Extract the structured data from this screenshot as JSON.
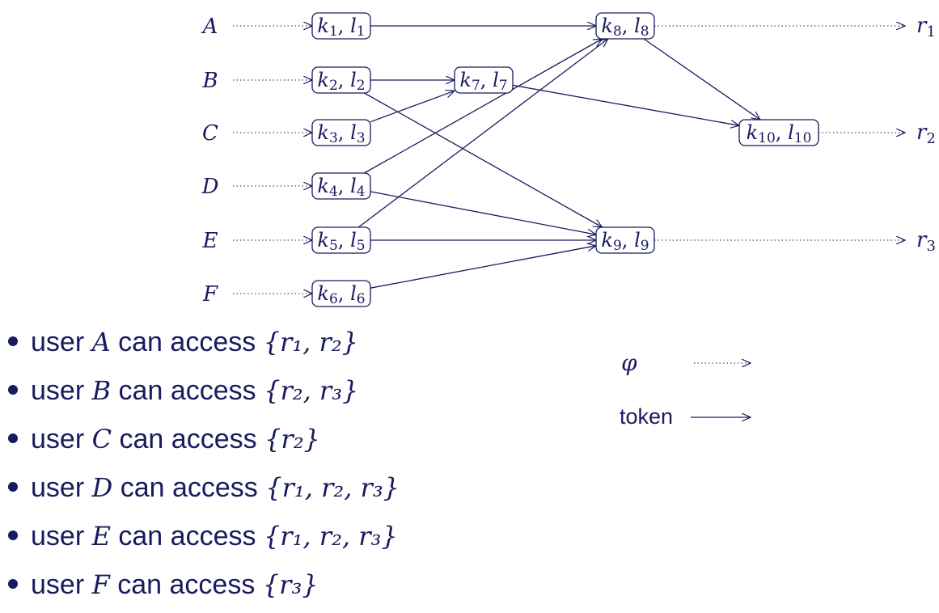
{
  "diagram": {
    "users": [
      {
        "id": "A",
        "label": "A"
      },
      {
        "id": "B",
        "label": "B"
      },
      {
        "id": "C",
        "label": "C"
      },
      {
        "id": "D",
        "label": "D"
      },
      {
        "id": "E",
        "label": "E"
      },
      {
        "id": "F",
        "label": "F"
      }
    ],
    "nodes": [
      {
        "id": "n1",
        "k": "k",
        "ksub": "1",
        "l": "l",
        "lsub": "1"
      },
      {
        "id": "n2",
        "k": "k",
        "ksub": "2",
        "l": "l",
        "lsub": "2"
      },
      {
        "id": "n3",
        "k": "k",
        "ksub": "3",
        "l": "l",
        "lsub": "3"
      },
      {
        "id": "n4",
        "k": "k",
        "ksub": "4",
        "l": "l",
        "lsub": "4"
      },
      {
        "id": "n5",
        "k": "k",
        "ksub": "5",
        "l": "l",
        "lsub": "5"
      },
      {
        "id": "n6",
        "k": "k",
        "ksub": "6",
        "l": "l",
        "lsub": "6"
      },
      {
        "id": "n7",
        "k": "k",
        "ksub": "7",
        "l": "l",
        "lsub": "7"
      },
      {
        "id": "n8",
        "k": "k",
        "ksub": "8",
        "l": "l",
        "lsub": "8"
      },
      {
        "id": "n9",
        "k": "k",
        "ksub": "9",
        "l": "l",
        "lsub": "9"
      },
      {
        "id": "n10",
        "k": "k",
        "ksub": "10",
        "l": "l",
        "lsub": "10"
      }
    ],
    "resources": [
      {
        "id": "r1",
        "base": "r",
        "sub": "1"
      },
      {
        "id": "r2",
        "base": "r",
        "sub": "2"
      },
      {
        "id": "r3",
        "base": "r",
        "sub": "3"
      }
    ],
    "edges_dotted": [
      [
        "A",
        "n1"
      ],
      [
        "B",
        "n2"
      ],
      [
        "C",
        "n3"
      ],
      [
        "D",
        "n4"
      ],
      [
        "E",
        "n5"
      ],
      [
        "F",
        "n6"
      ],
      [
        "n8",
        "r1"
      ],
      [
        "n10",
        "r2"
      ],
      [
        "n9",
        "r3"
      ]
    ],
    "edges_token": [
      [
        "n1",
        "n8"
      ],
      [
        "n2",
        "n7"
      ],
      [
        "n3",
        "n7"
      ],
      [
        "n2",
        "n9"
      ],
      [
        "n4",
        "n8"
      ],
      [
        "n5",
        "n8"
      ],
      [
        "n4",
        "n9"
      ],
      [
        "n5",
        "n9"
      ],
      [
        "n6",
        "n9"
      ],
      [
        "n7",
        "n10"
      ],
      [
        "n8",
        "n10"
      ]
    ]
  },
  "legend": {
    "phi_label": "φ",
    "token_label": "token"
  },
  "access_list": [
    {
      "prefix": "user",
      "user": "A",
      "mid": "can access",
      "set": "{r₁, r₂}"
    },
    {
      "prefix": "user",
      "user": "B",
      "mid": "can access",
      "set": "{r₂, r₃}"
    },
    {
      "prefix": "user",
      "user": "C",
      "mid": "can access",
      "set": "{r₂}"
    },
    {
      "prefix": "user",
      "user": "D",
      "mid": "can access",
      "set": "{r₁, r₂, r₃}"
    },
    {
      "prefix": "user",
      "user": "E",
      "mid": "can access",
      "set": "{r₁, r₂, r₃}"
    },
    {
      "prefix": "user",
      "user": "F",
      "mid": "can access",
      "set": "{r₃}"
    }
  ],
  "colors": {
    "ink": "#1a1a5e",
    "background": "#ffffff"
  }
}
